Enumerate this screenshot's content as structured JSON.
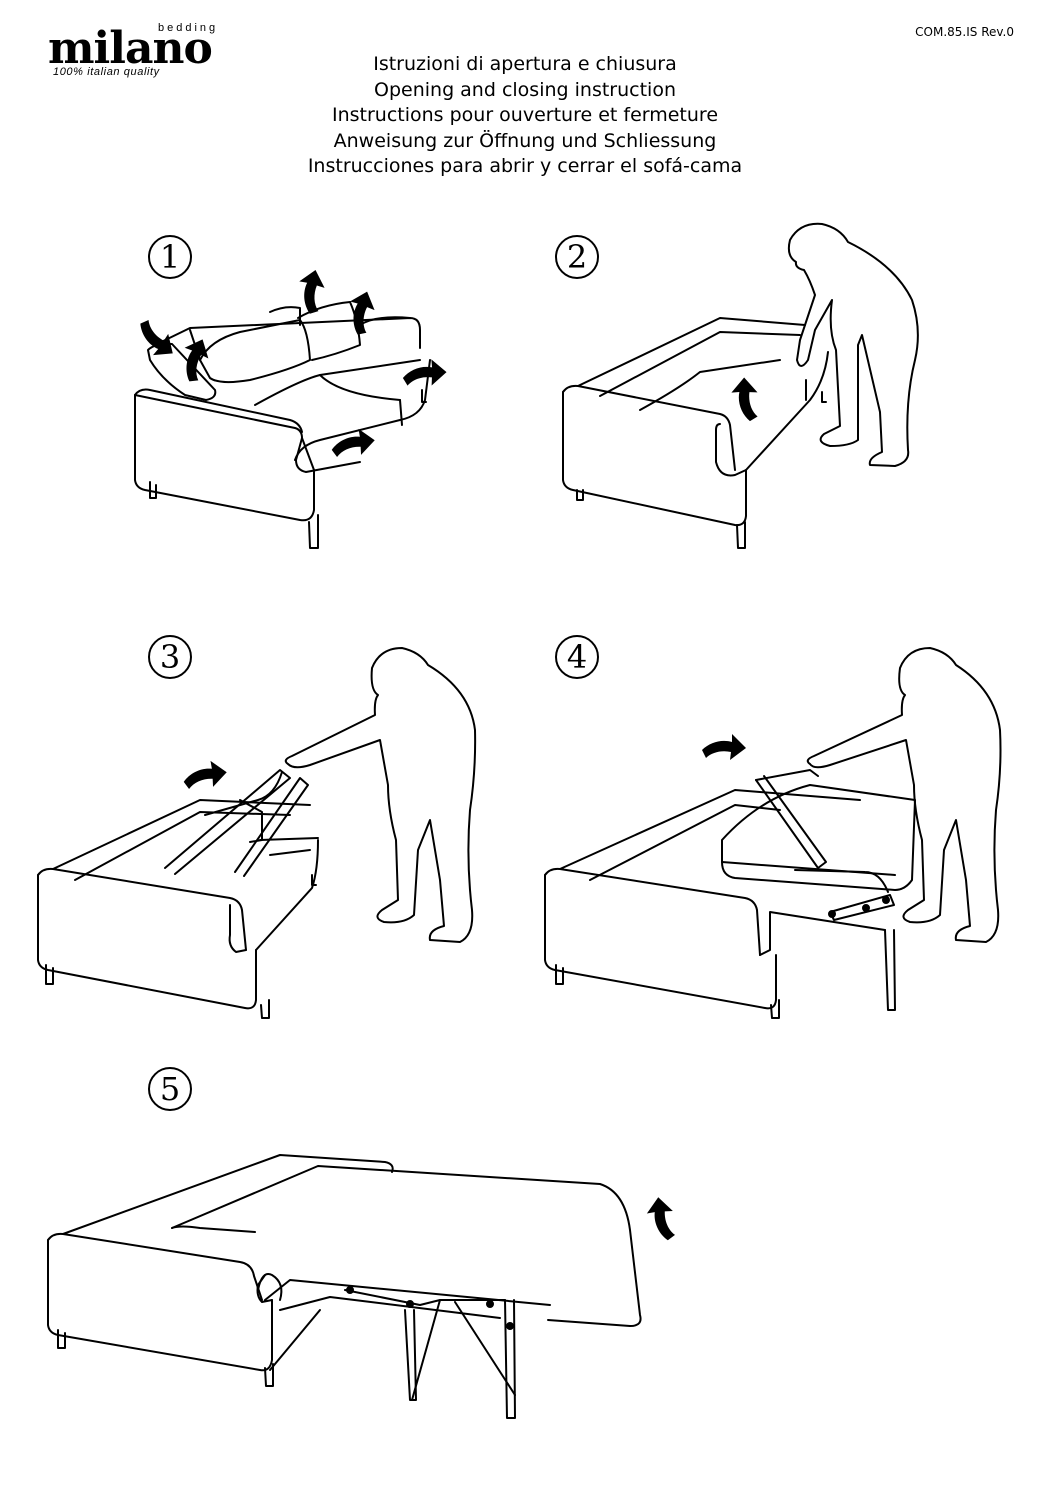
{
  "logo": {
    "brand_small": "bedding",
    "wordmark": "milano",
    "tagline": "100% italian quality"
  },
  "doc_code": "COM.85.IS Rev.0",
  "titles": [
    "Istruzioni di apertura e chiusura",
    "Opening and closing instruction",
    "Instructions pour ouverture et fermeture",
    "Anweisung zur Öffnung und Schliessung",
    "Instrucciones para abrir y cerrar el sofá-cama"
  ],
  "steps": [
    {
      "number": "1"
    },
    {
      "number": "2"
    },
    {
      "number": "3"
    },
    {
      "number": "4"
    },
    {
      "number": "5"
    }
  ],
  "colors": {
    "ink": "#000000",
    "paper": "#ffffff"
  }
}
